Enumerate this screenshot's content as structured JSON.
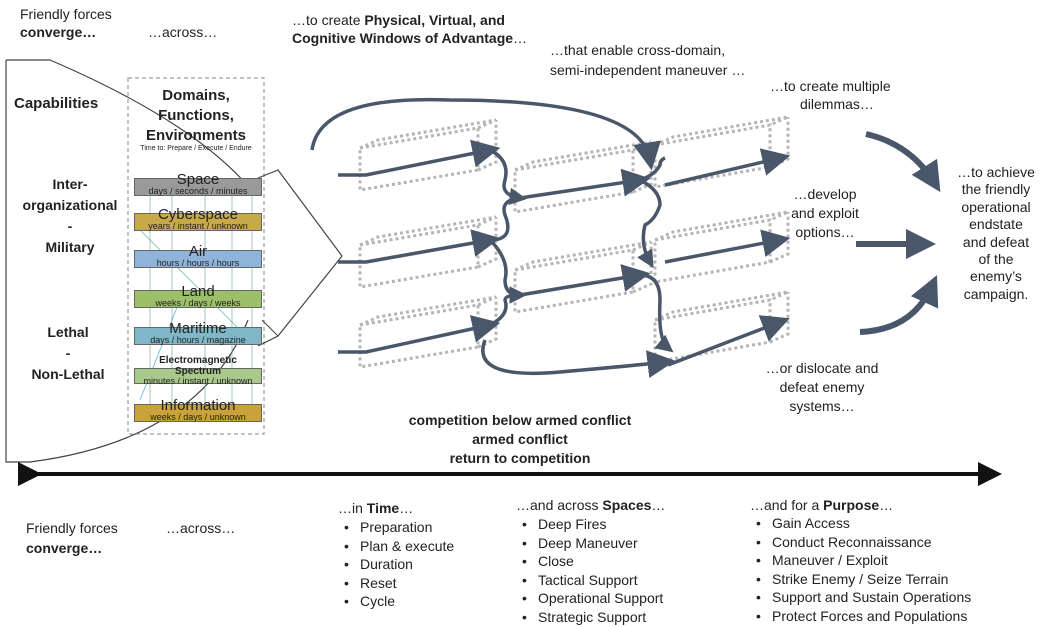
{
  "top": {
    "converge_1": "Friendly forces",
    "converge_2": "converge…",
    "across": "…across…",
    "windows_pre": "…to create ",
    "windows_bold_1": "Physical, Virtual, and",
    "windows_bold_2": "Cognitive Windows of Advantage",
    "windows_post": "…",
    "enable_1": "…that enable cross-domain,",
    "enable_2": "semi-independent  maneuver …",
    "dilemmas_1": "…to create multiple",
    "dilemmas_2": "dilemmas…",
    "develop_1": "…develop",
    "develop_2": "and exploit",
    "develop_3": "options…",
    "dislocate_1": "…or dislocate and",
    "dislocate_2": "defeat enemy",
    "dislocate_3": "systems…",
    "achieve": [
      "…to achieve",
      "the friendly",
      "operational",
      "endstate",
      "and defeat",
      "of the",
      "enemy’s",
      "campaign."
    ]
  },
  "left": {
    "capabilities": "Capabilities",
    "inter": [
      "Inter-",
      "organizational",
      "-",
      "Military"
    ],
    "lethal": [
      "Lethal",
      "-",
      "Non-Lethal"
    ]
  },
  "domains": {
    "title": [
      "Domains,",
      "Functions,",
      "Environments"
    ],
    "time_to": "Time to: Prepare / Execute / Endure",
    "layers": [
      {
        "name": "Space",
        "time": "days / seconds / minutes",
        "color": "#9a9a9a"
      },
      {
        "name": "Cyberspace",
        "time": "years / instant / unknown",
        "color": "#c8a94a"
      },
      {
        "name": "Air",
        "time": "hours / hours / hours",
        "color": "#8fb3d9"
      },
      {
        "name": "Land",
        "time": "weeks / days / weeks",
        "color": "#9cbf6a"
      },
      {
        "name": "Maritime",
        "time": "days / hours / magazine",
        "color": "#7fb6c8"
      },
      {
        "name": "Electromagnetic Spectrum",
        "time": "minutes / instant / unknown",
        "color": "#a8c98a"
      },
      {
        "name": "Information",
        "time": "weeks / days / unknown",
        "color": "#c9a23c"
      }
    ]
  },
  "phases": [
    "competition  below armed conflict",
    "armed conflict",
    "return to competition"
  ],
  "bottom": {
    "converge_1": "Friendly forces",
    "converge_2": "converge…",
    "across": "…across…",
    "time_pre": "…in ",
    "time_bold": "Time",
    "time_post": "…",
    "time_items": [
      "Preparation",
      "Plan & execute",
      "Duration",
      "Reset",
      "Cycle"
    ],
    "spaces_pre": "…and across ",
    "spaces_bold": "Spaces",
    "spaces_post": "…",
    "spaces_items": [
      "Deep Fires",
      "Deep Maneuver",
      "Close",
      "Tactical Support",
      "Operational Support",
      "Strategic Support"
    ],
    "purpose_pre": "…and for a ",
    "purpose_bold": "Purpose",
    "purpose_post": "…",
    "purpose_items": [
      "Gain Access",
      "Conduct Reconnaissance",
      "Maneuver / Exploit",
      "Strike Enemy / Seize Terrain",
      "Support and Sustain Operations",
      "Protect Forces and Populations"
    ]
  },
  "colors": {
    "arrow": "#4a5669",
    "dotted": "#b5b5b5",
    "line": "#333333"
  }
}
